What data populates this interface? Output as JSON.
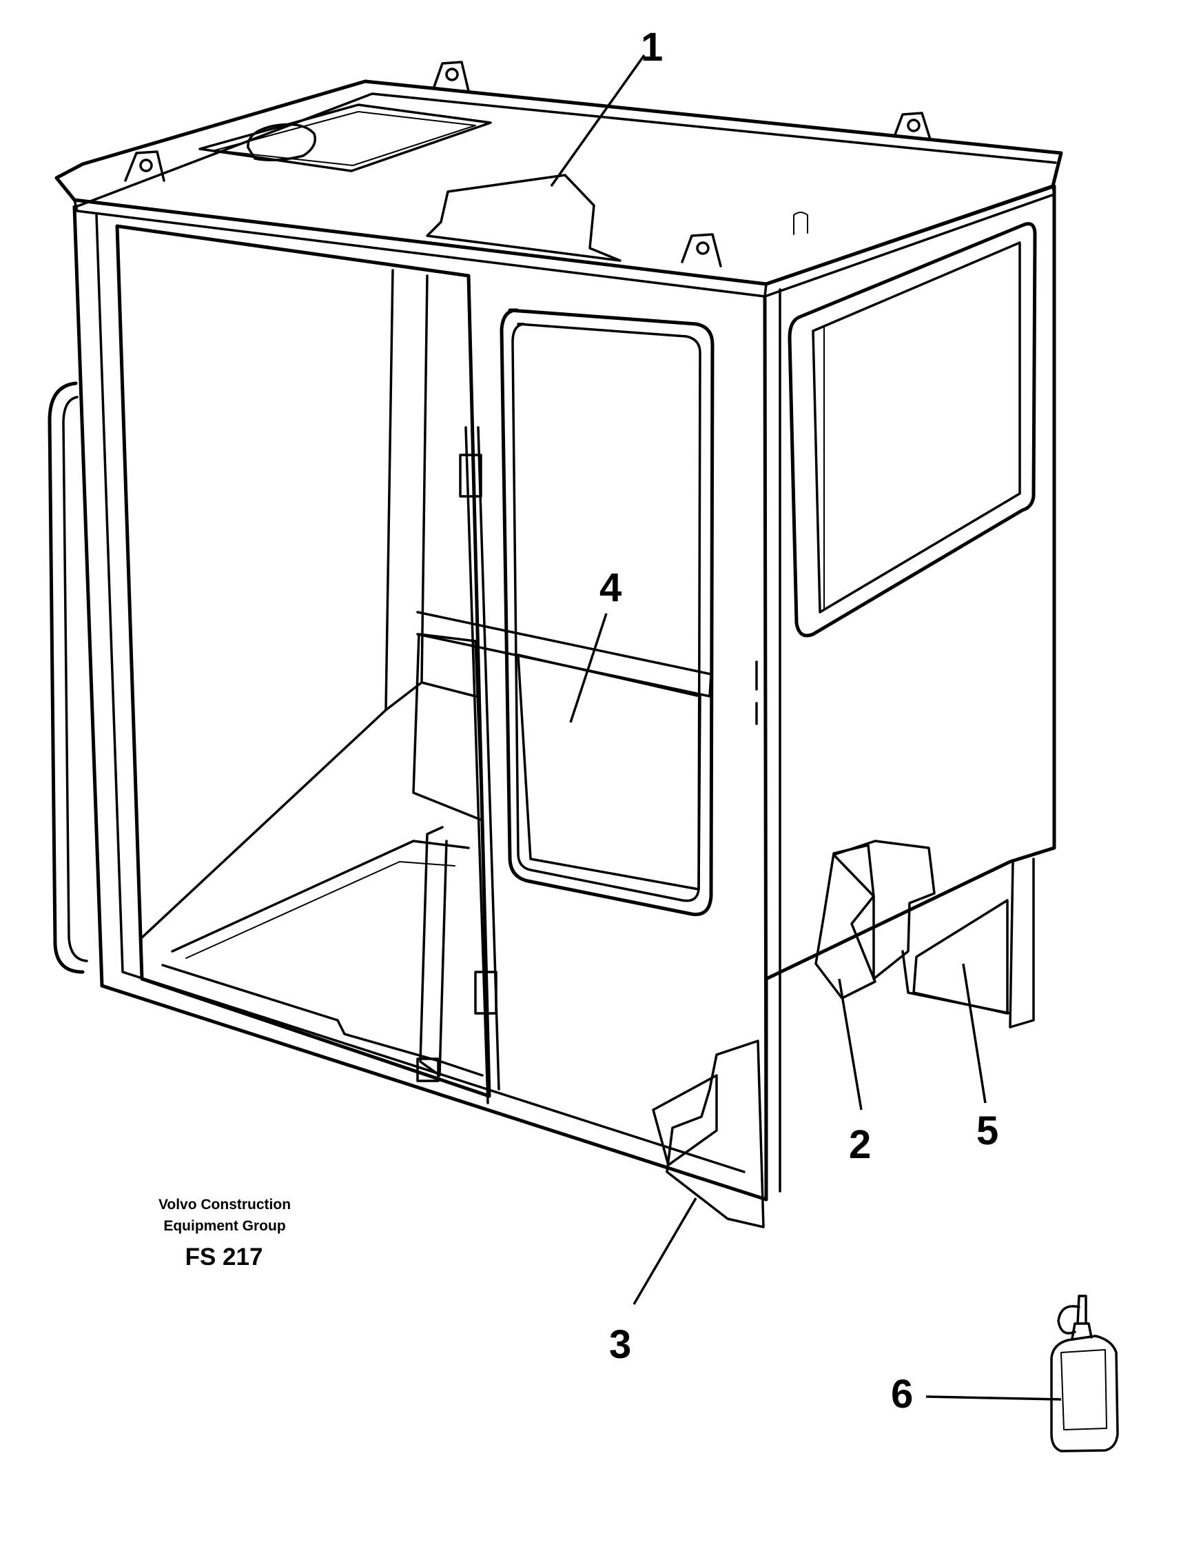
{
  "figure": {
    "credit_line_1": "Volvo Construction",
    "credit_line_2": "Equipment Group",
    "figure_code": "FS 217"
  },
  "callouts": [
    {
      "id": "1",
      "label": "1"
    },
    {
      "id": "2",
      "label": "2"
    },
    {
      "id": "3",
      "label": "3"
    },
    {
      "id": "4",
      "label": "4"
    },
    {
      "id": "5",
      "label": "5"
    },
    {
      "id": "6",
      "label": "6"
    }
  ],
  "colors": {
    "ink": "#000000",
    "background": "#ffffff"
  }
}
